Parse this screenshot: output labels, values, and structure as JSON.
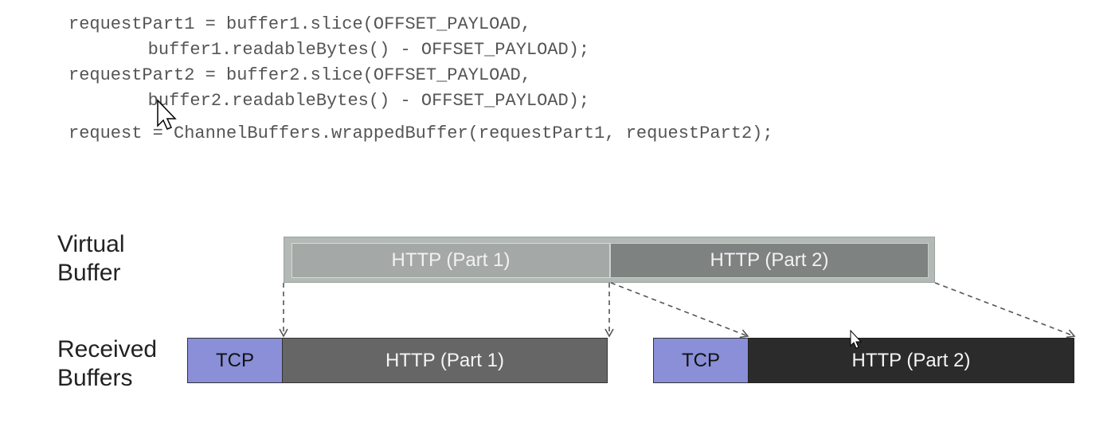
{
  "code": {
    "lines": [
      "requestPart1 = buffer1.slice(OFFSET_PAYLOAD,",
      "        buffer1.readableBytes() - OFFSET_PAYLOAD);",
      "requestPart2 = buffer2.slice(OFFSET_PAYLOAD,",
      "        buffer2.readableBytes() - OFFSET_PAYLOAD);",
      "request = ChannelBuffers.wrappedBuffer(requestPart1, requestPart2);"
    ]
  },
  "diagram": {
    "virtual_label": [
      "Virtual",
      "Buffer"
    ],
    "received_label": [
      "Received",
      "Buffers"
    ],
    "virtual_parts": [
      "HTTP (Part 1)",
      "HTTP (Part 2)"
    ],
    "buffer1": {
      "tcp": "TCP",
      "http": "HTTP (Part 1)"
    },
    "buffer2": {
      "tcp": "TCP",
      "http": "HTTP (Part 2)"
    }
  },
  "colors": {
    "tcp": "#8a8fd8",
    "http_part1": "#666666",
    "http_part2": "#2b2b2b",
    "virtual_buffer": "#b3bab6"
  }
}
